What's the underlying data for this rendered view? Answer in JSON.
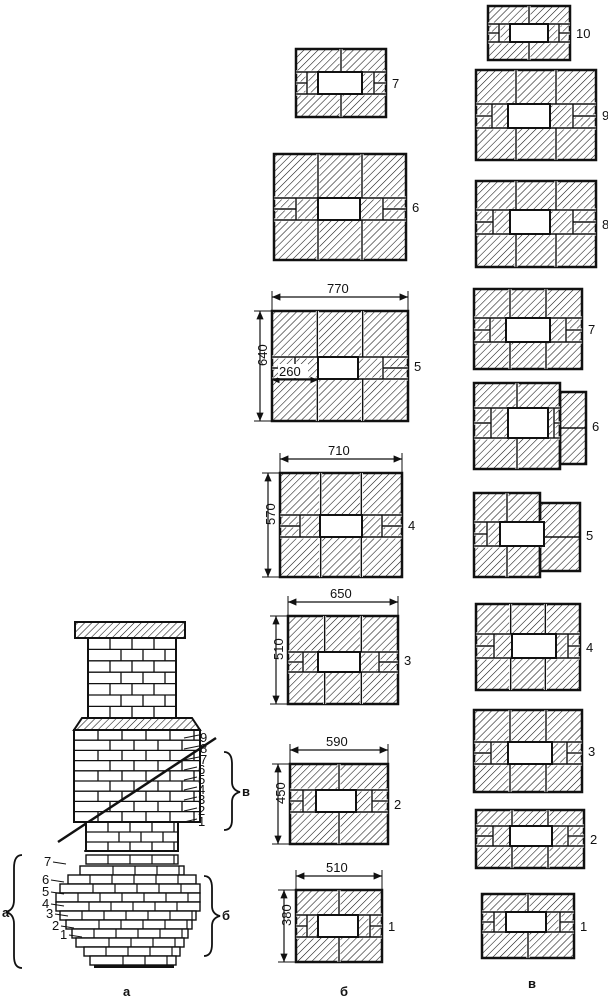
{
  "panel_labels": {
    "a": "а",
    "b": "б",
    "v": "в"
  },
  "brace_labels": {
    "a": "а",
    "b": "б",
    "v": "в"
  },
  "chimney_rows_lower": [
    "1",
    "2",
    "3",
    "4",
    "5",
    "6",
    "7"
  ],
  "chimney_rows_upper": [
    "1",
    "2",
    "3",
    "4",
    "5",
    "6",
    "7",
    "8",
    "9"
  ],
  "column_b": [
    {
      "row": "7",
      "width": "",
      "height": ""
    },
    {
      "row": "6",
      "width": "",
      "height": ""
    },
    {
      "row": "5",
      "width": "770",
      "height": "640",
      "inner": "260"
    },
    {
      "row": "4",
      "width": "710",
      "height": "570"
    },
    {
      "row": "3",
      "width": "650",
      "height": "510"
    },
    {
      "row": "2",
      "width": "590",
      "height": "450"
    },
    {
      "row": "1",
      "width": "510",
      "height": "380"
    }
  ],
  "column_v": [
    "10",
    "9",
    "8",
    "7",
    "6",
    "5",
    "4",
    "3",
    "2",
    "1"
  ]
}
